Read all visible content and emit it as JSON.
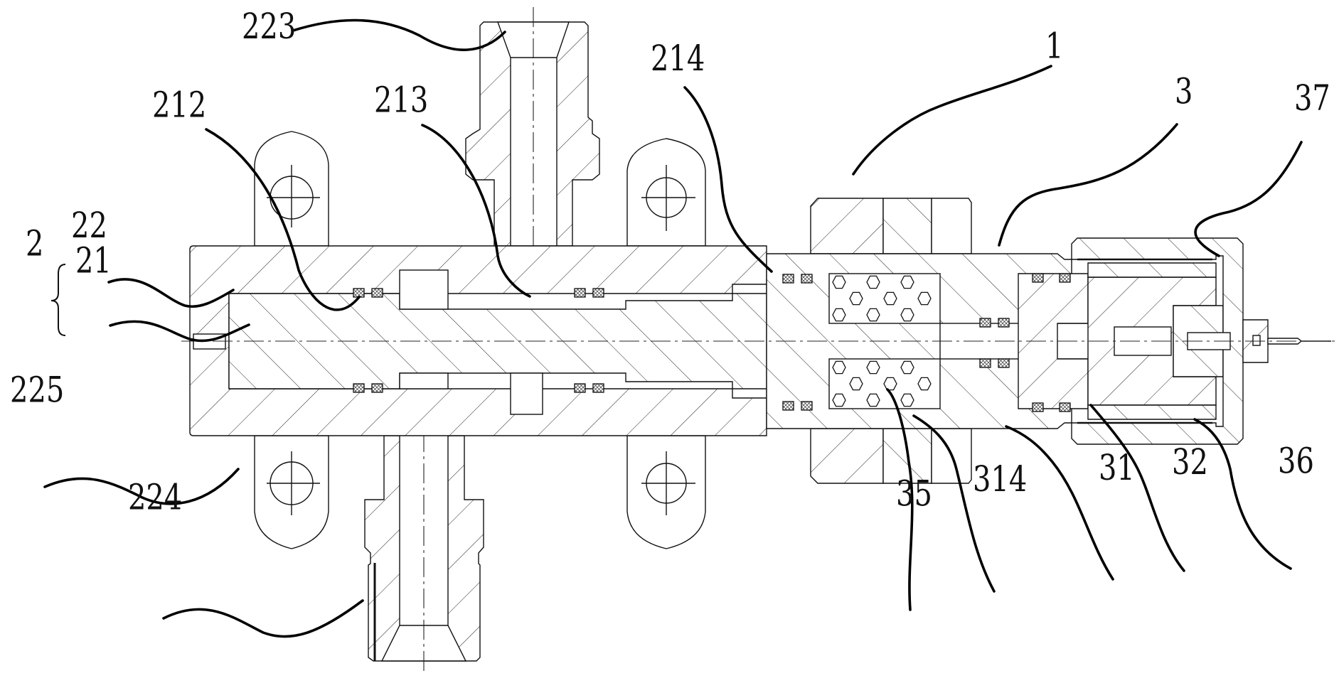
{
  "figure": {
    "type": "mechanical-cross-section",
    "description": "Valve assembly cross-section with reference numerals"
  },
  "labels": [
    {
      "id": "223",
      "text": "223",
      "target": "upper-port-fitting"
    },
    {
      "id": "212",
      "text": "212",
      "target": "first-seal-ring"
    },
    {
      "id": "213",
      "text": "213",
      "target": "second-seal-ring"
    },
    {
      "id": "214",
      "text": "214",
      "target": "third-seal-ring"
    },
    {
      "id": "1",
      "text": "1",
      "target": "flange-coupling"
    },
    {
      "id": "3",
      "text": "3",
      "target": "actuator-housing"
    },
    {
      "id": "37",
      "text": "37",
      "target": "outer-sleeve"
    },
    {
      "id": "22",
      "text": "22",
      "target": "outer-body"
    },
    {
      "id": "2",
      "text": "2",
      "target": "valve-body-group"
    },
    {
      "id": "21",
      "text": "21",
      "target": "inner-spool"
    },
    {
      "id": "225",
      "text": "225",
      "target": "mounting-lug"
    },
    {
      "id": "224",
      "text": "224",
      "target": "lower-port-fitting"
    },
    {
      "id": "35",
      "text": "35",
      "target": "filter-element"
    },
    {
      "id": "314",
      "text": "314",
      "target": "filter-cavity"
    },
    {
      "id": "31",
      "text": "31",
      "target": "guide-block"
    },
    {
      "id": "32",
      "text": "32",
      "target": "core"
    },
    {
      "id": "36",
      "text": "36",
      "target": "coil-bobbin"
    }
  ],
  "group_brace": {
    "label": "2",
    "members": [
      "22",
      "21"
    ]
  }
}
